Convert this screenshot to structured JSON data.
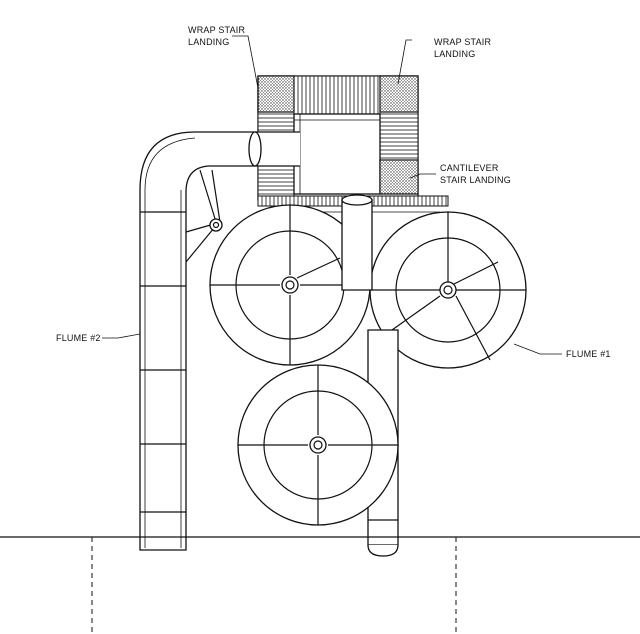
{
  "labels": {
    "wrap_stair_landing_left": [
      "WRAP STAIR",
      "LANDING"
    ],
    "wrap_stair_landing_right": [
      "WRAP STAIR",
      "LANDING"
    ],
    "cantilever_stair_landing": [
      "CANTILEVER",
      "STAIR LANDING"
    ],
    "flume_2": "FLUME #2",
    "flume_1": "FLUME #1"
  },
  "colors": {
    "line": "#111111",
    "hatch": "#555555",
    "background": "#ffffff"
  }
}
